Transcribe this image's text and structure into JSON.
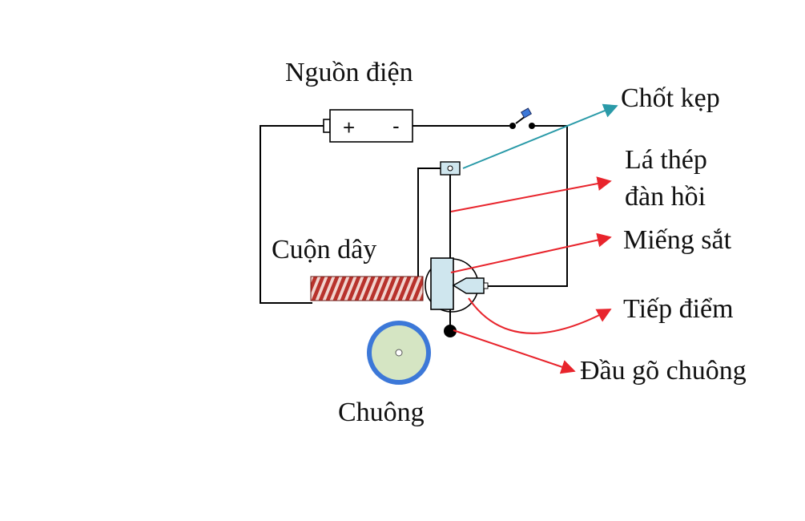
{
  "labels": {
    "power_source": "Nguồn điện",
    "battery_plus": "+",
    "battery_minus": "-",
    "clamp_pin": "Chốt kẹp",
    "spring_steel_line1": "Lá thép",
    "spring_steel_line2": "đàn hồi",
    "coil": "Cuộn dây",
    "iron_piece": "Miếng sắt",
    "contact_point": "Tiếp điểm",
    "bell_hammer": "Đầu gõ chuông",
    "bell": "Chuông"
  },
  "colors": {
    "wire": "#000000",
    "pointer_red": "#e8242c",
    "pointer_teal": "#2a9aa8",
    "coil_red": "#b8322c",
    "bell_rim": "#3c78d8",
    "bell_face": "#d5e5c3",
    "iron_fill": "#cfe6ee"
  }
}
